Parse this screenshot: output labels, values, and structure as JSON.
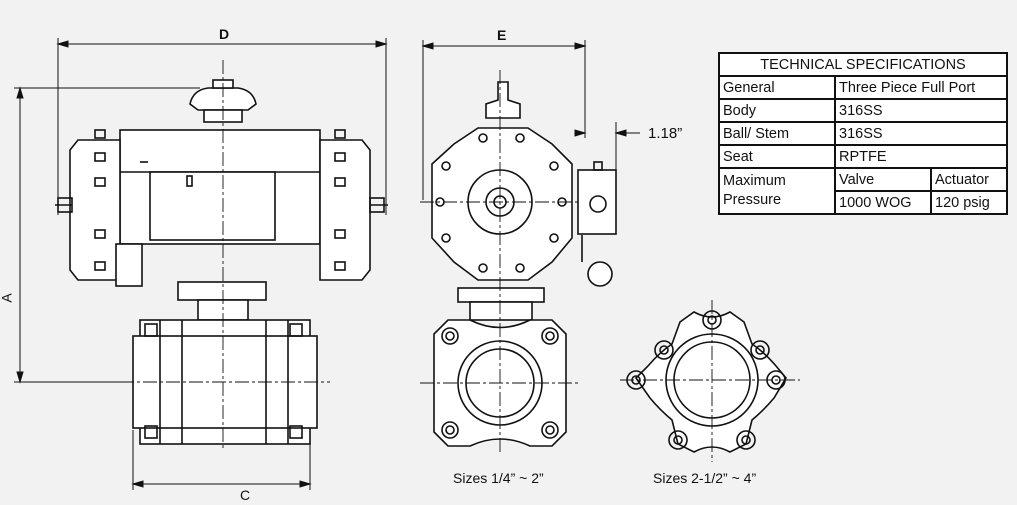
{
  "dimensions": {
    "a": "A",
    "c": "C",
    "d": "D",
    "e": "E",
    "offset": "1.18”"
  },
  "captions": {
    "small_sizes": "Sizes 1/4” ~ 2”",
    "large_sizes": "Sizes 2-1/2” ~ 4”"
  },
  "spec_table": {
    "title": "TECHNICAL SPECIFICATIONS",
    "rows": [
      {
        "label": "General",
        "value": "Three Piece Full Port"
      },
      {
        "label": "Body",
        "value": "316SS"
      },
      {
        "label": "Ball/ Stem",
        "value": "316SS"
      },
      {
        "label": "Seat",
        "value": "RPTFE"
      }
    ],
    "pressure": {
      "label": "Maximum Pressure",
      "valve_header": "Valve",
      "actuator_header": "Actuator",
      "valve_value": "1000 WOG",
      "actuator_value": "120 psig"
    }
  }
}
